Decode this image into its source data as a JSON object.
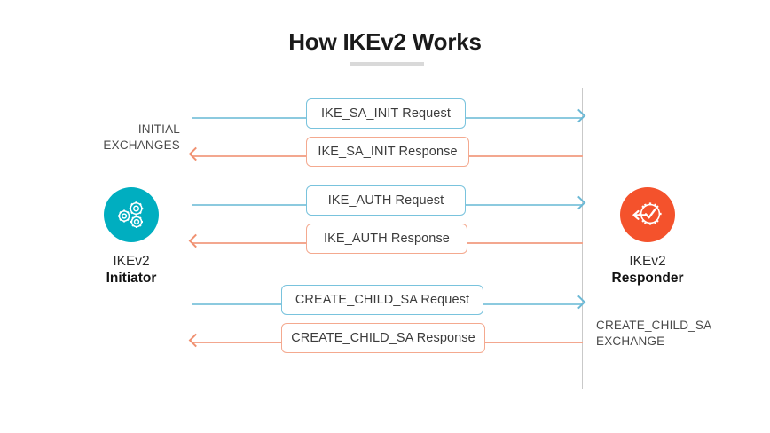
{
  "title": "How IKEv2 Works",
  "colors": {
    "initiator_teal": "#00AEC0",
    "responder_orange": "#F4522C",
    "request_line": "#8CCADF",
    "response_line": "#F3A78F",
    "request_border": "#79C3DD",
    "response_border": "#F4A98F",
    "lifeline": "#C9C9C9",
    "title_rule": "#D9D9D9"
  },
  "actors": {
    "initiator": {
      "name": "IKEv2",
      "role": "Initiator",
      "icon": "gears-icon"
    },
    "responder": {
      "name": "IKEv2",
      "role": "Responder",
      "icon": "gear-check-arrow-icon"
    }
  },
  "group_labels": {
    "initial": "INITIAL\nEXCHANGES",
    "initial_line1": "INITIAL",
    "initial_line2": "EXCHANGES",
    "child_sa": "CREATE_CHILD_SA\nEXCHANGE",
    "child_sa_line1": "CREATE_CHILD_SA",
    "child_sa_line2": "EXCHANGE"
  },
  "messages": [
    {
      "label": "IKE_SA_INIT Request",
      "direction": "request",
      "group": "initial",
      "row": 1
    },
    {
      "label": "IKE_SA_INIT Response",
      "direction": "response",
      "group": "initial",
      "row": 2
    },
    {
      "label": "IKE_AUTH Request",
      "direction": "request",
      "group": "auth",
      "row": 3
    },
    {
      "label": "IKE_AUTH Response",
      "direction": "response",
      "group": "auth",
      "row": 4
    },
    {
      "label": "CREATE_CHILD_SA Request",
      "direction": "request",
      "group": "child_sa",
      "row": 5
    },
    {
      "label": "CREATE_CHILD_SA Response",
      "direction": "response",
      "group": "child_sa",
      "row": 6
    }
  ]
}
